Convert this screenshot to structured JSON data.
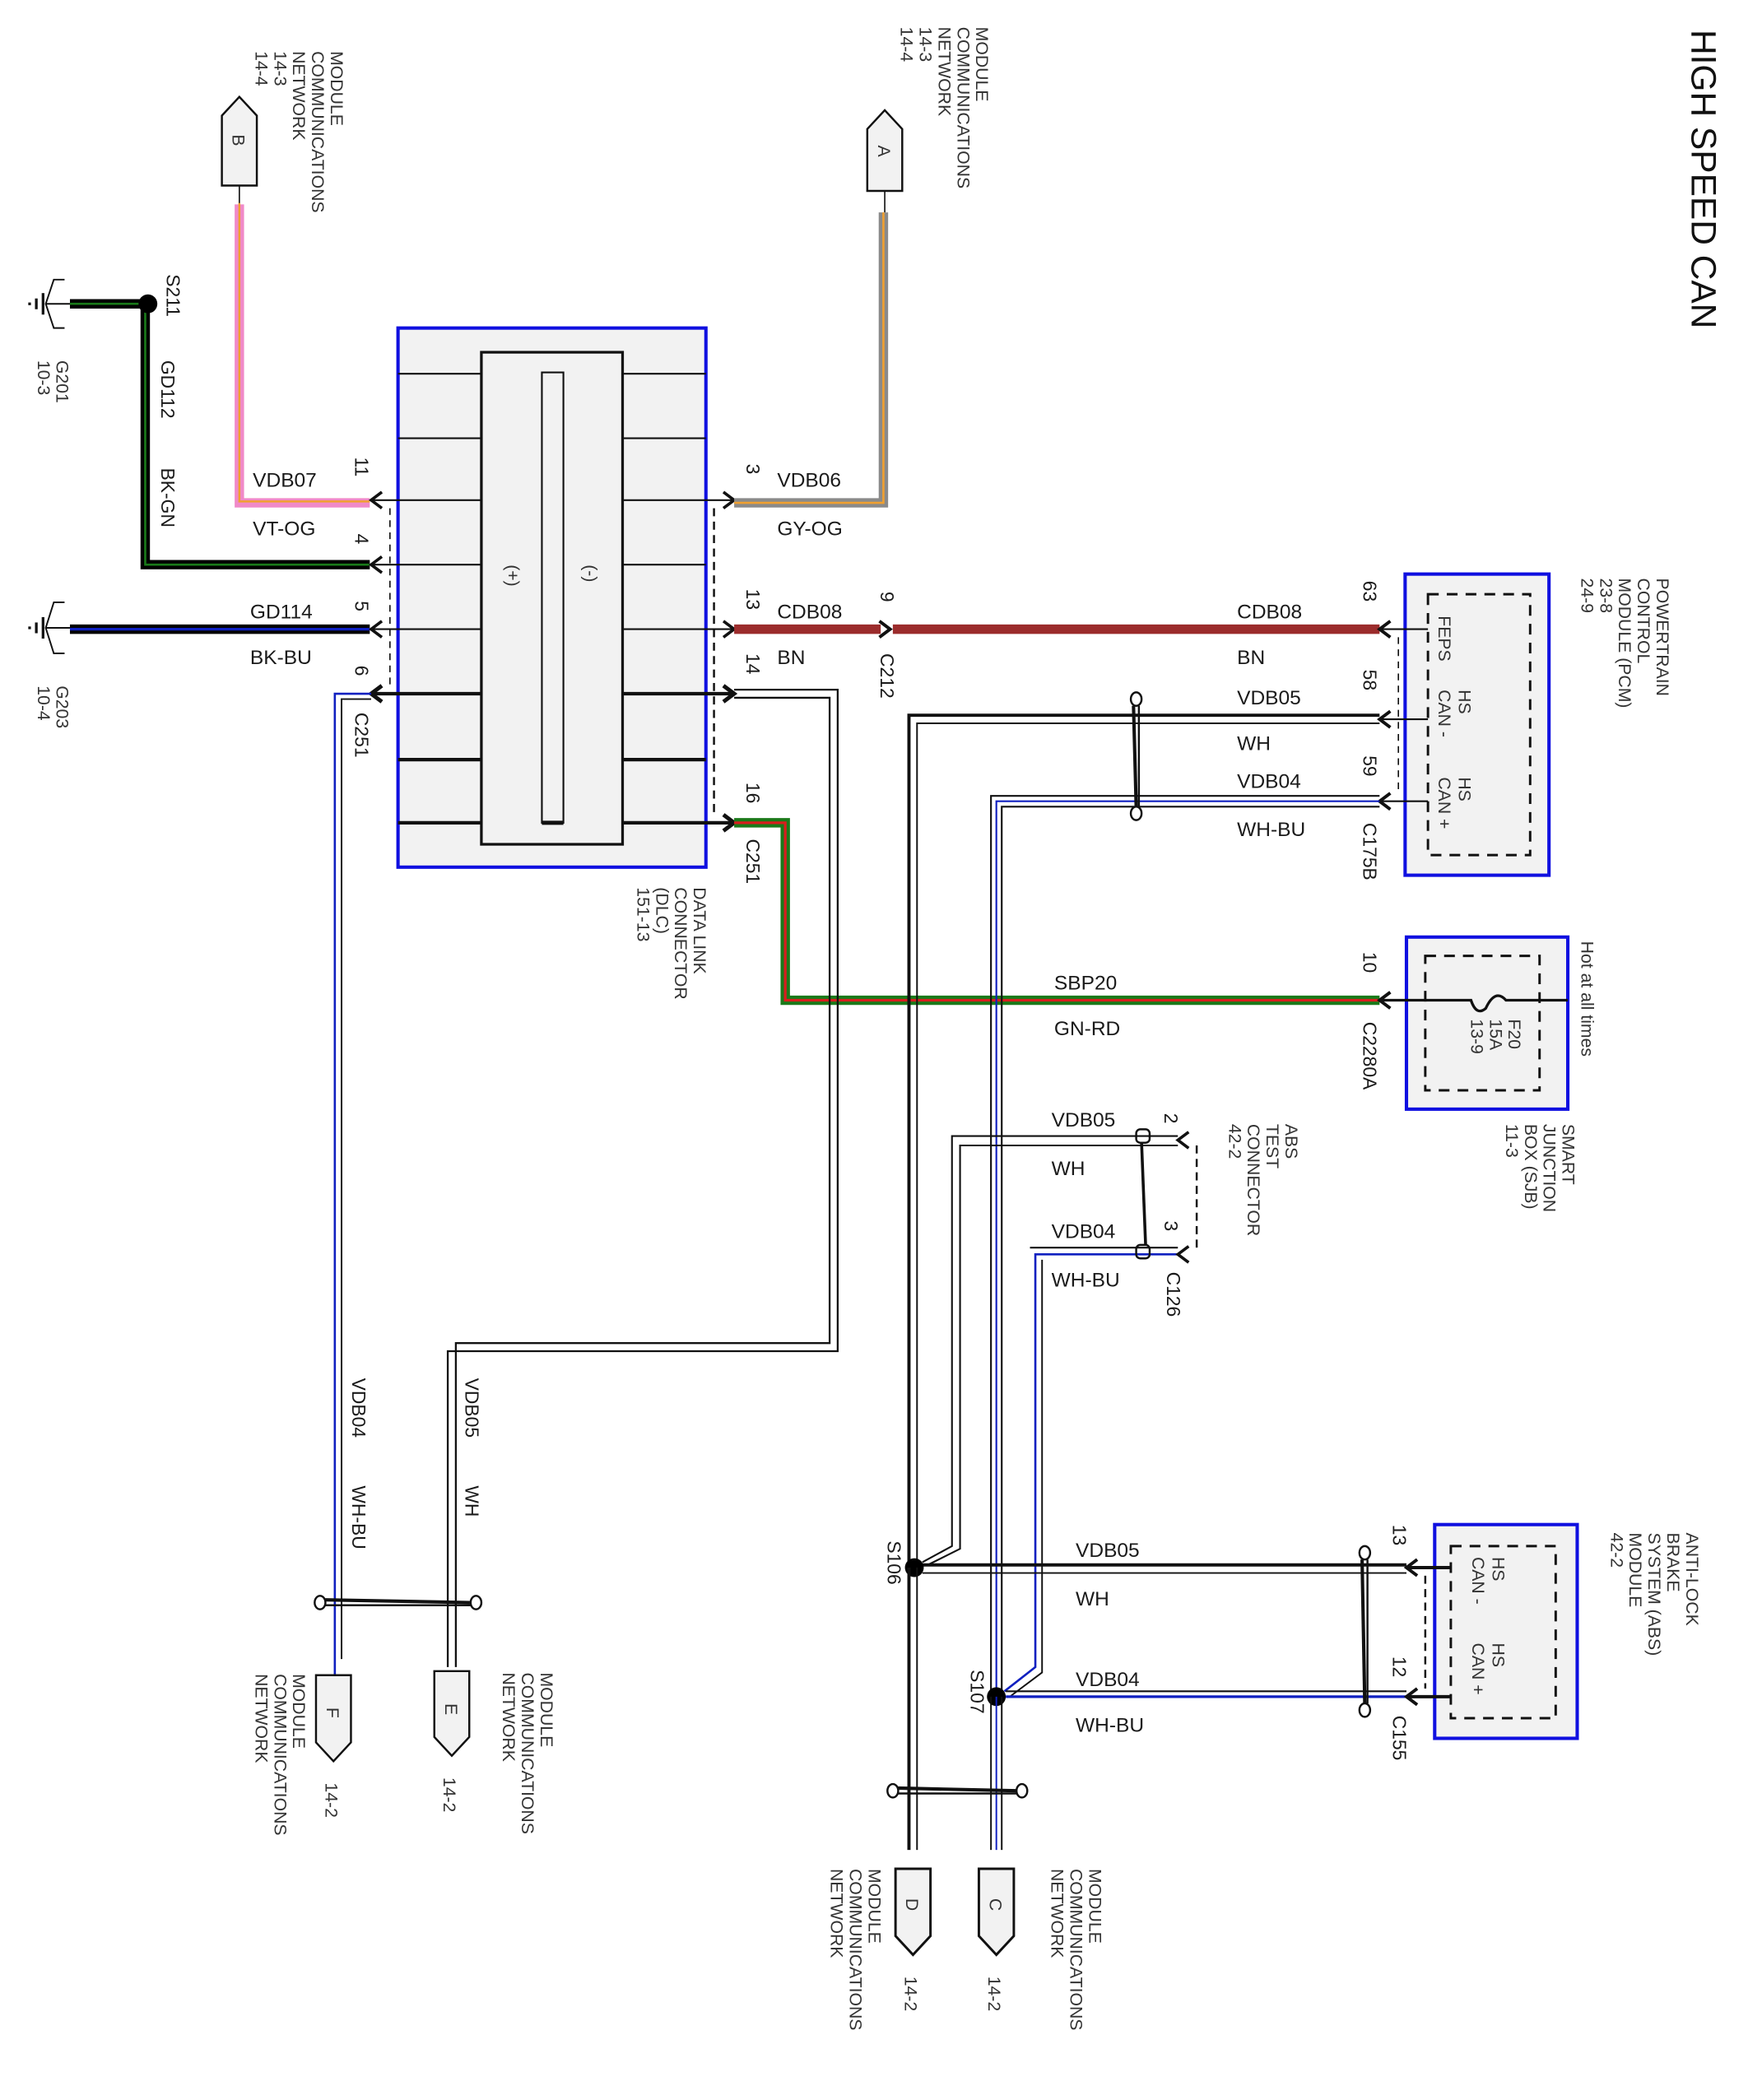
{
  "title": "HIGH SPEED CAN",
  "colors": {
    "module_border": "#1010e0",
    "module_fill": "#f2f2f2",
    "pink_VT": "#f08ac8",
    "orange_OG": "#f0a030",
    "gray_GY": "#8a8a8a",
    "brown_BN": "#9b2c2c",
    "green_GN": "#1a7a1a",
    "red_RD": "#d81e1e",
    "blue_BU": "#1020c0",
    "black_BK": "#000000",
    "white_WH": "#ffffff"
  },
  "dlc": {
    "name_lines": [
      "DATA LINK",
      "CONNECTOR",
      "(DLC)",
      "151-13"
    ],
    "plus_label": "(+)",
    "minus_label": "(-)",
    "connector_left": "C251",
    "connector_right": "C251"
  },
  "pcm": {
    "name_lines": [
      "POWERTRAIN",
      "CONTROL",
      "MODULE (PCM)",
      "23-8",
      "24-9"
    ],
    "pins": [
      {
        "pin": "63",
        "function": "FEPS"
      },
      {
        "pin": "58",
        "function_lines": [
          "HS",
          "CAN -"
        ]
      },
      {
        "pin": "59",
        "function_lines": [
          "HS",
          "CAN +"
        ]
      }
    ],
    "connector": "C175B"
  },
  "sjb": {
    "name_lines": [
      "SMART",
      "JUNCTION",
      "BOX (SJB)",
      "11-3"
    ],
    "note": "Hot at all times",
    "fuse_lines": [
      "F20",
      "15A",
      "13-9"
    ],
    "pin": "10",
    "connector": "C2280A"
  },
  "abs_module": {
    "name_lines": [
      "ANTI-LOCK",
      "BRAKE",
      "SYSTEM (ABS)",
      "MODULE",
      "42-2"
    ],
    "pins": [
      {
        "pin": "13",
        "function_lines": [
          "HS",
          "CAN -"
        ]
      },
      {
        "pin": "12",
        "function_lines": [
          "HS",
          "CAN +"
        ]
      }
    ],
    "connector": "C155"
  },
  "abs_test": {
    "name_lines": [
      "ABS",
      "TEST",
      "CONNECTOR",
      "42-2"
    ],
    "pins": [
      "2",
      "3"
    ],
    "connector": "C126"
  },
  "inline_connector": {
    "name": "C212",
    "pin": "9"
  },
  "splices": {
    "s211": "S211",
    "s106": "S106",
    "s107": "S107"
  },
  "grounds": [
    {
      "name": "G201",
      "ref": "10-3"
    },
    {
      "name": "G203",
      "ref": "10-4"
    }
  ],
  "offpage": [
    {
      "letter": "A",
      "lines": [
        "MODULE",
        "COMMUNICATIONS",
        "NETWORK",
        "14-3",
        "14-4"
      ]
    },
    {
      "letter": "B",
      "lines": [
        "MODULE",
        "COMMUNICATIONS",
        "NETWORK",
        "14-3",
        "14-4"
      ]
    },
    {
      "letter": "C",
      "lines": [
        "MODULE",
        "COMMUNICATIONS",
        "NETWORK"
      ],
      "ref": "14-2"
    },
    {
      "letter": "D",
      "lines": [
        "MODULE",
        "COMMUNICATIONS",
        "NETWORK"
      ],
      "ref": "14-2"
    },
    {
      "letter": "E",
      "lines": [
        "MODULE",
        "COMMUNICATIONS",
        "NETWORK"
      ],
      "ref": "14-2"
    },
    {
      "letter": "F",
      "lines": [
        "MODULE",
        "COMMUNICATIONS",
        "NETWORK"
      ],
      "ref": "14-2"
    }
  ],
  "wires": {
    "vdb07": {
      "circuit": "VDB07",
      "color": "VT-OG",
      "pin": "11"
    },
    "gd112": {
      "circuit": "GD112",
      "color": "BK-GN",
      "pin": "4"
    },
    "gd114": {
      "circuit": "GD114",
      "color": "BK-BU",
      "pin": "5"
    },
    "dlc6": {
      "pin": "6"
    },
    "vdb06": {
      "circuit": "VDB06",
      "color": "GY-OG",
      "pin": "3"
    },
    "cdb08a": {
      "circuit": "CDB08",
      "color": "BN",
      "pin": "13"
    },
    "cdb08b": {
      "circuit": "CDB08",
      "color": "BN"
    },
    "dlc14": {
      "pin": "14"
    },
    "dlc16": {
      "pin": "16"
    },
    "pcm_vdb05": {
      "circuit": "VDB05",
      "color": "WH"
    },
    "pcm_vdb04": {
      "circuit": "VDB04",
      "color": "WH-BU"
    },
    "sbp20": {
      "circuit": "SBP20",
      "color": "GN-RD"
    },
    "test_vdb05": {
      "circuit": "VDB05",
      "color": "WH"
    },
    "test_vdb04": {
      "circuit": "VDB04",
      "color": "WH-BU"
    },
    "abs_vdb05": {
      "circuit": "VDB05",
      "color": "WH"
    },
    "abs_vdb04": {
      "circuit": "VDB04",
      "color": "WH-BU"
    },
    "left_vdb04": {
      "circuit": "VDB04",
      "color": "WH-BU"
    },
    "left_vdb05": {
      "circuit": "VDB05",
      "color": "WH"
    }
  }
}
